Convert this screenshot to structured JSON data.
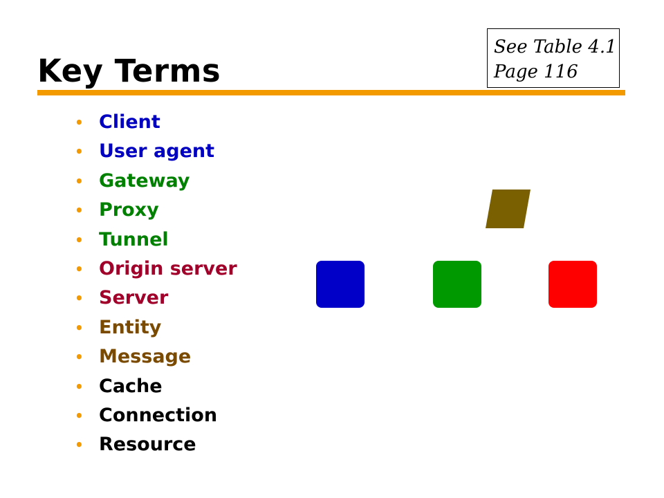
{
  "slide": {
    "title": "Key Terms",
    "reference": {
      "line1": "See Table 4.1",
      "line2": "Page 116"
    },
    "accent_color": "#f39a00",
    "bullet_glyph": "•",
    "terms": [
      {
        "label": "Client",
        "color": "#0000c0"
      },
      {
        "label": "User agent",
        "color": "#0000c0"
      },
      {
        "label": "Gateway",
        "color": "#008000"
      },
      {
        "label": "Proxy",
        "color": "#008000"
      },
      {
        "label": "Tunnel",
        "color": "#008000"
      },
      {
        "label": "Origin server",
        "color": "#a0002a"
      },
      {
        "label": "Server",
        "color": "#a0002a"
      },
      {
        "label": "Entity",
        "color": "#7a4a00"
      },
      {
        "label": "Message",
        "color": "#7a4a00"
      },
      {
        "label": "Cache",
        "color": "#000000"
      },
      {
        "label": "Connection",
        "color": "#000000"
      },
      {
        "label": "Resource",
        "color": "#000000"
      }
    ],
    "shapes": {
      "parallelogram_color": "#7a6000",
      "squares": [
        {
          "name": "blue-square",
          "color": "#0000c8"
        },
        {
          "name": "green-square",
          "color": "#009900"
        },
        {
          "name": "red-square",
          "color": "#ff0000"
        }
      ]
    }
  }
}
